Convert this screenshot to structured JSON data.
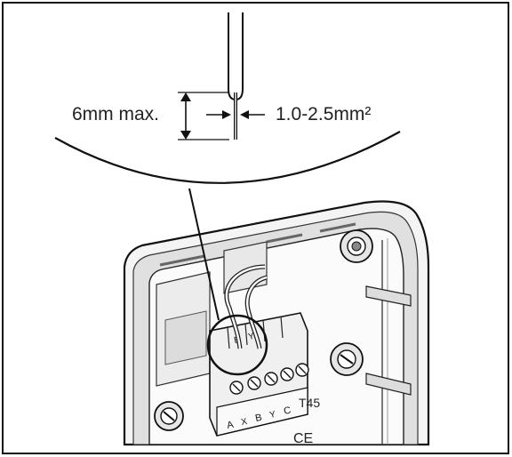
{
  "callout": {
    "strip_length": "6mm max.",
    "cable_size": "1.0-2.5mm²"
  },
  "terminals": {
    "top_labels": [
      "B",
      "Y"
    ],
    "bottom_labels": [
      "A",
      "X",
      "B",
      "Y",
      "C"
    ]
  },
  "device": {
    "model": "T45",
    "mark": "CE"
  }
}
